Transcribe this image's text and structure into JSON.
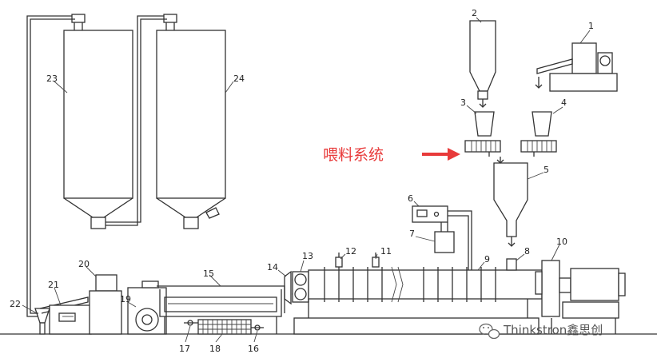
{
  "diagram": {
    "callout": {
      "label": "喂料系统",
      "color": "#e83a3a"
    },
    "watermark": {
      "text": "Thinkstron鑫思创",
      "icon": "wechat-icon"
    },
    "labels": {
      "n1": "1",
      "n2": "2",
      "n3": "3",
      "n4": "4",
      "n5": "5",
      "n6": "6",
      "n7": "7",
      "n8": "8",
      "n9": "9",
      "n10": "10",
      "n11": "11",
      "n12": "12",
      "n13": "13",
      "n14": "14",
      "n15": "15",
      "n16": "16",
      "n17": "17",
      "n18": "18",
      "n19": "19",
      "n20": "20",
      "n21": "21",
      "n22": "22",
      "n23": "23",
      "n24": "24"
    },
    "colors": {
      "line": "#333333",
      "accent": "#e83a3a"
    }
  }
}
